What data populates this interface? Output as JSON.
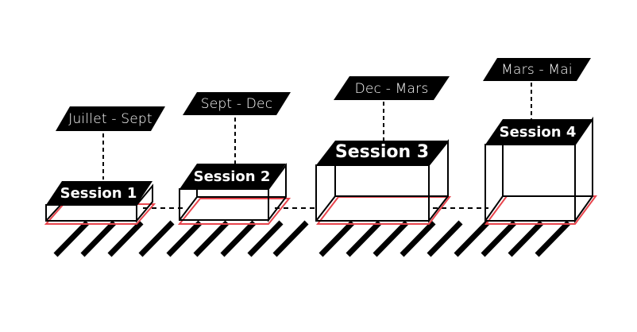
{
  "sessions": [
    {
      "title": "Session 1",
      "period": "Juillet - Sept"
    },
    {
      "title": "Session 2",
      "period": "Sept - Dec"
    },
    {
      "title": "Session 3",
      "period": "Dec - Mars"
    },
    {
      "title": "Session 4",
      "period": "Mars - Mai"
    }
  ],
  "colors": {
    "ink": "#000000",
    "paper": "#ffffff",
    "accent": "#e8454d"
  }
}
